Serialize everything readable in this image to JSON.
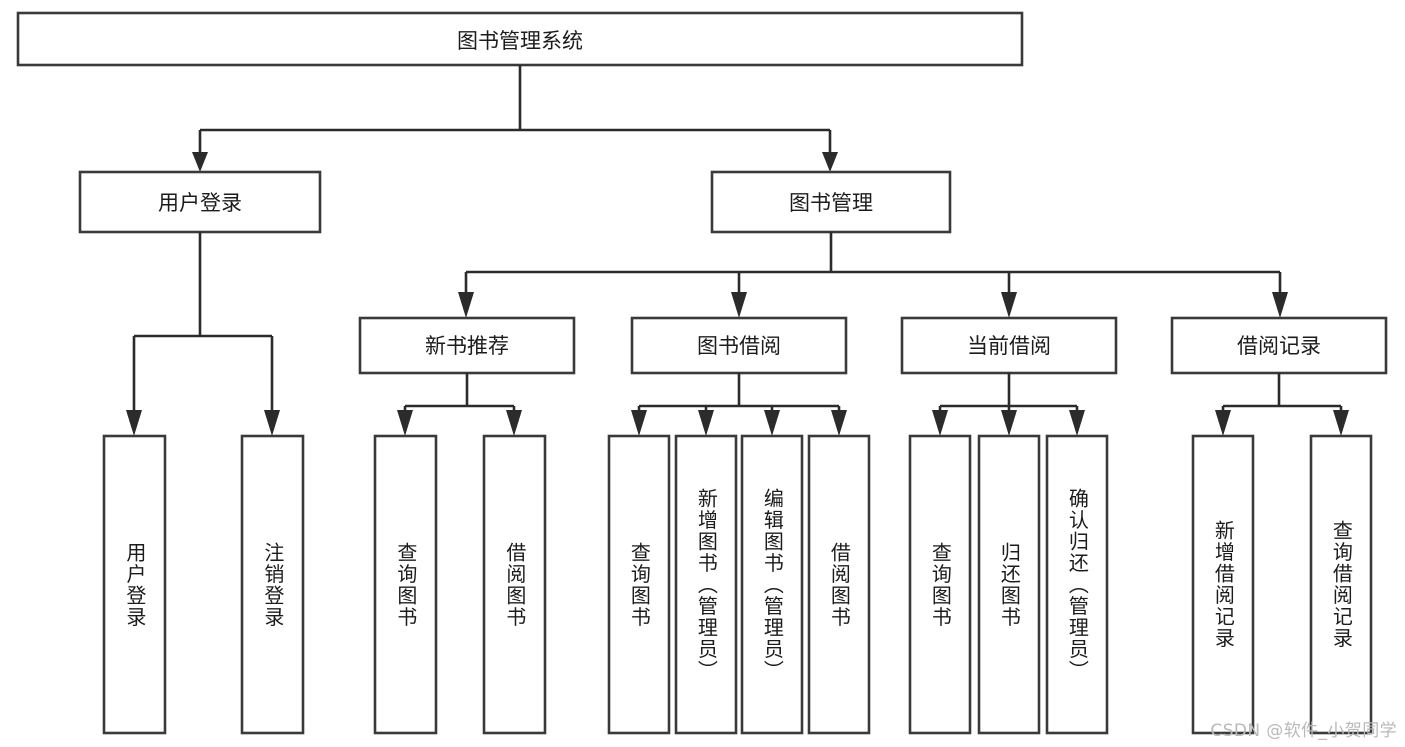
{
  "diagram": {
    "title": "图书管理系统",
    "type": "tree",
    "style": {
      "box_fill": "#ffffff",
      "box_stroke": "#3a3a3a",
      "connector_color": "#2b2b2b",
      "text_color": "#1c1c1c",
      "background": "#ffffff",
      "watermark_color": "#b9b9b9"
    },
    "root": {
      "label": "图书管理系统"
    },
    "level1": [
      {
        "label": "用户登录"
      },
      {
        "label": "图书管理"
      }
    ],
    "level2": [
      {
        "label": "新书推荐"
      },
      {
        "label": "图书借阅"
      },
      {
        "label": "当前借阅"
      },
      {
        "label": "借阅记录"
      }
    ],
    "leaves": {
      "user_login": [
        {
          "label": "用户登录"
        },
        {
          "label": "注销登录"
        }
      ],
      "new_book_recommend": [
        {
          "label": "查询图书"
        },
        {
          "label": "借阅图书"
        }
      ],
      "book_borrow": [
        {
          "label": "查询图书"
        },
        {
          "label": "新增图书（管理员）"
        },
        {
          "label": "编辑图书（管理员）"
        },
        {
          "label": "借阅图书"
        }
      ],
      "current_borrow": [
        {
          "label": "查询图书"
        },
        {
          "label": "归还图书"
        },
        {
          "label": "确认归还（管理员）"
        }
      ],
      "borrow_record": [
        {
          "label": "新增借阅记录"
        },
        {
          "label": "查询借阅记录"
        }
      ]
    }
  },
  "watermark": {
    "text": "CSDN @软件_小贺同学"
  }
}
